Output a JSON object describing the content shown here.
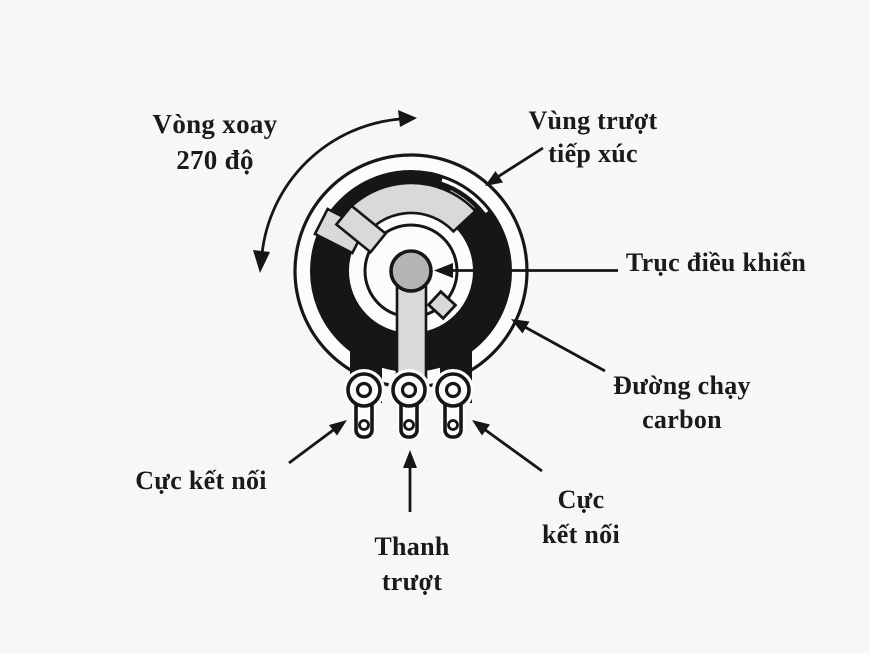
{
  "diagram": "potentiometer-structure",
  "colors": {
    "background": "#f7f7f7",
    "ink": "#161616",
    "rotor_gray": "#d9d9d9",
    "hub_gray": "#b4b4b4",
    "paper_white": "#fcfcfc"
  },
  "labels": {
    "rotation": {
      "line1": "Vòng xoay",
      "line2": "270 độ"
    },
    "contact_area": {
      "line1": "Vùng trượt",
      "line2": "tiếp xúc"
    },
    "shaft": {
      "line1": "Trục điều khiển"
    },
    "carbon_track": {
      "line1": "Đường chạy",
      "line2": "carbon"
    },
    "terminal_left": {
      "line1": "Cực kết nối"
    },
    "slider": {
      "line1": "Thanh",
      "line2": "trượt"
    },
    "terminal_right": {
      "line1": "Cực",
      "line2": "kết nối"
    }
  }
}
